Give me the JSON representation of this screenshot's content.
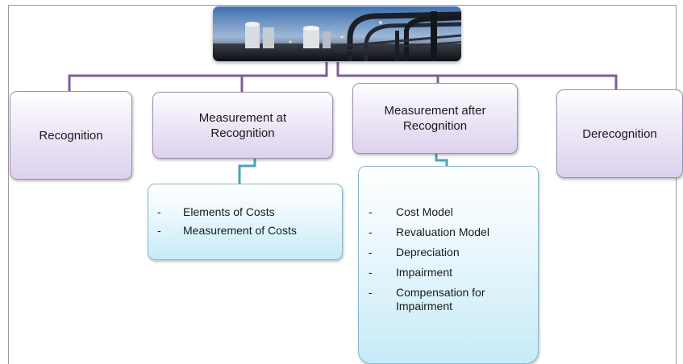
{
  "diagram": {
    "nodes": [
      {
        "id": "recognition",
        "label": "Recognition"
      },
      {
        "id": "measurement-at-recognition",
        "label": "Measurement at Recognition"
      },
      {
        "id": "measurement-after-recognition",
        "label": "Measurement after Recognition"
      },
      {
        "id": "derecognition",
        "label": "Derecognition"
      }
    ],
    "details": [
      {
        "parent": "measurement-at-recognition",
        "bullet": "-",
        "items": [
          "Elements of Costs",
          "Measurement of Costs"
        ]
      },
      {
        "parent": "measurement-after-recognition",
        "bullet": "-",
        "items": [
          "Cost Model",
          "Revaluation Model",
          "Depreciation",
          "Impairment",
          "Compensation for Impairment"
        ]
      }
    ],
    "colors": {
      "connector": "#7e5d97",
      "detail_connector": "#4aa3b8",
      "node_border": "#9d8fb2",
      "detail_border": "#86b9c8"
    }
  },
  "image": {
    "subject": "industrial plant with pipes and storage tanks"
  }
}
